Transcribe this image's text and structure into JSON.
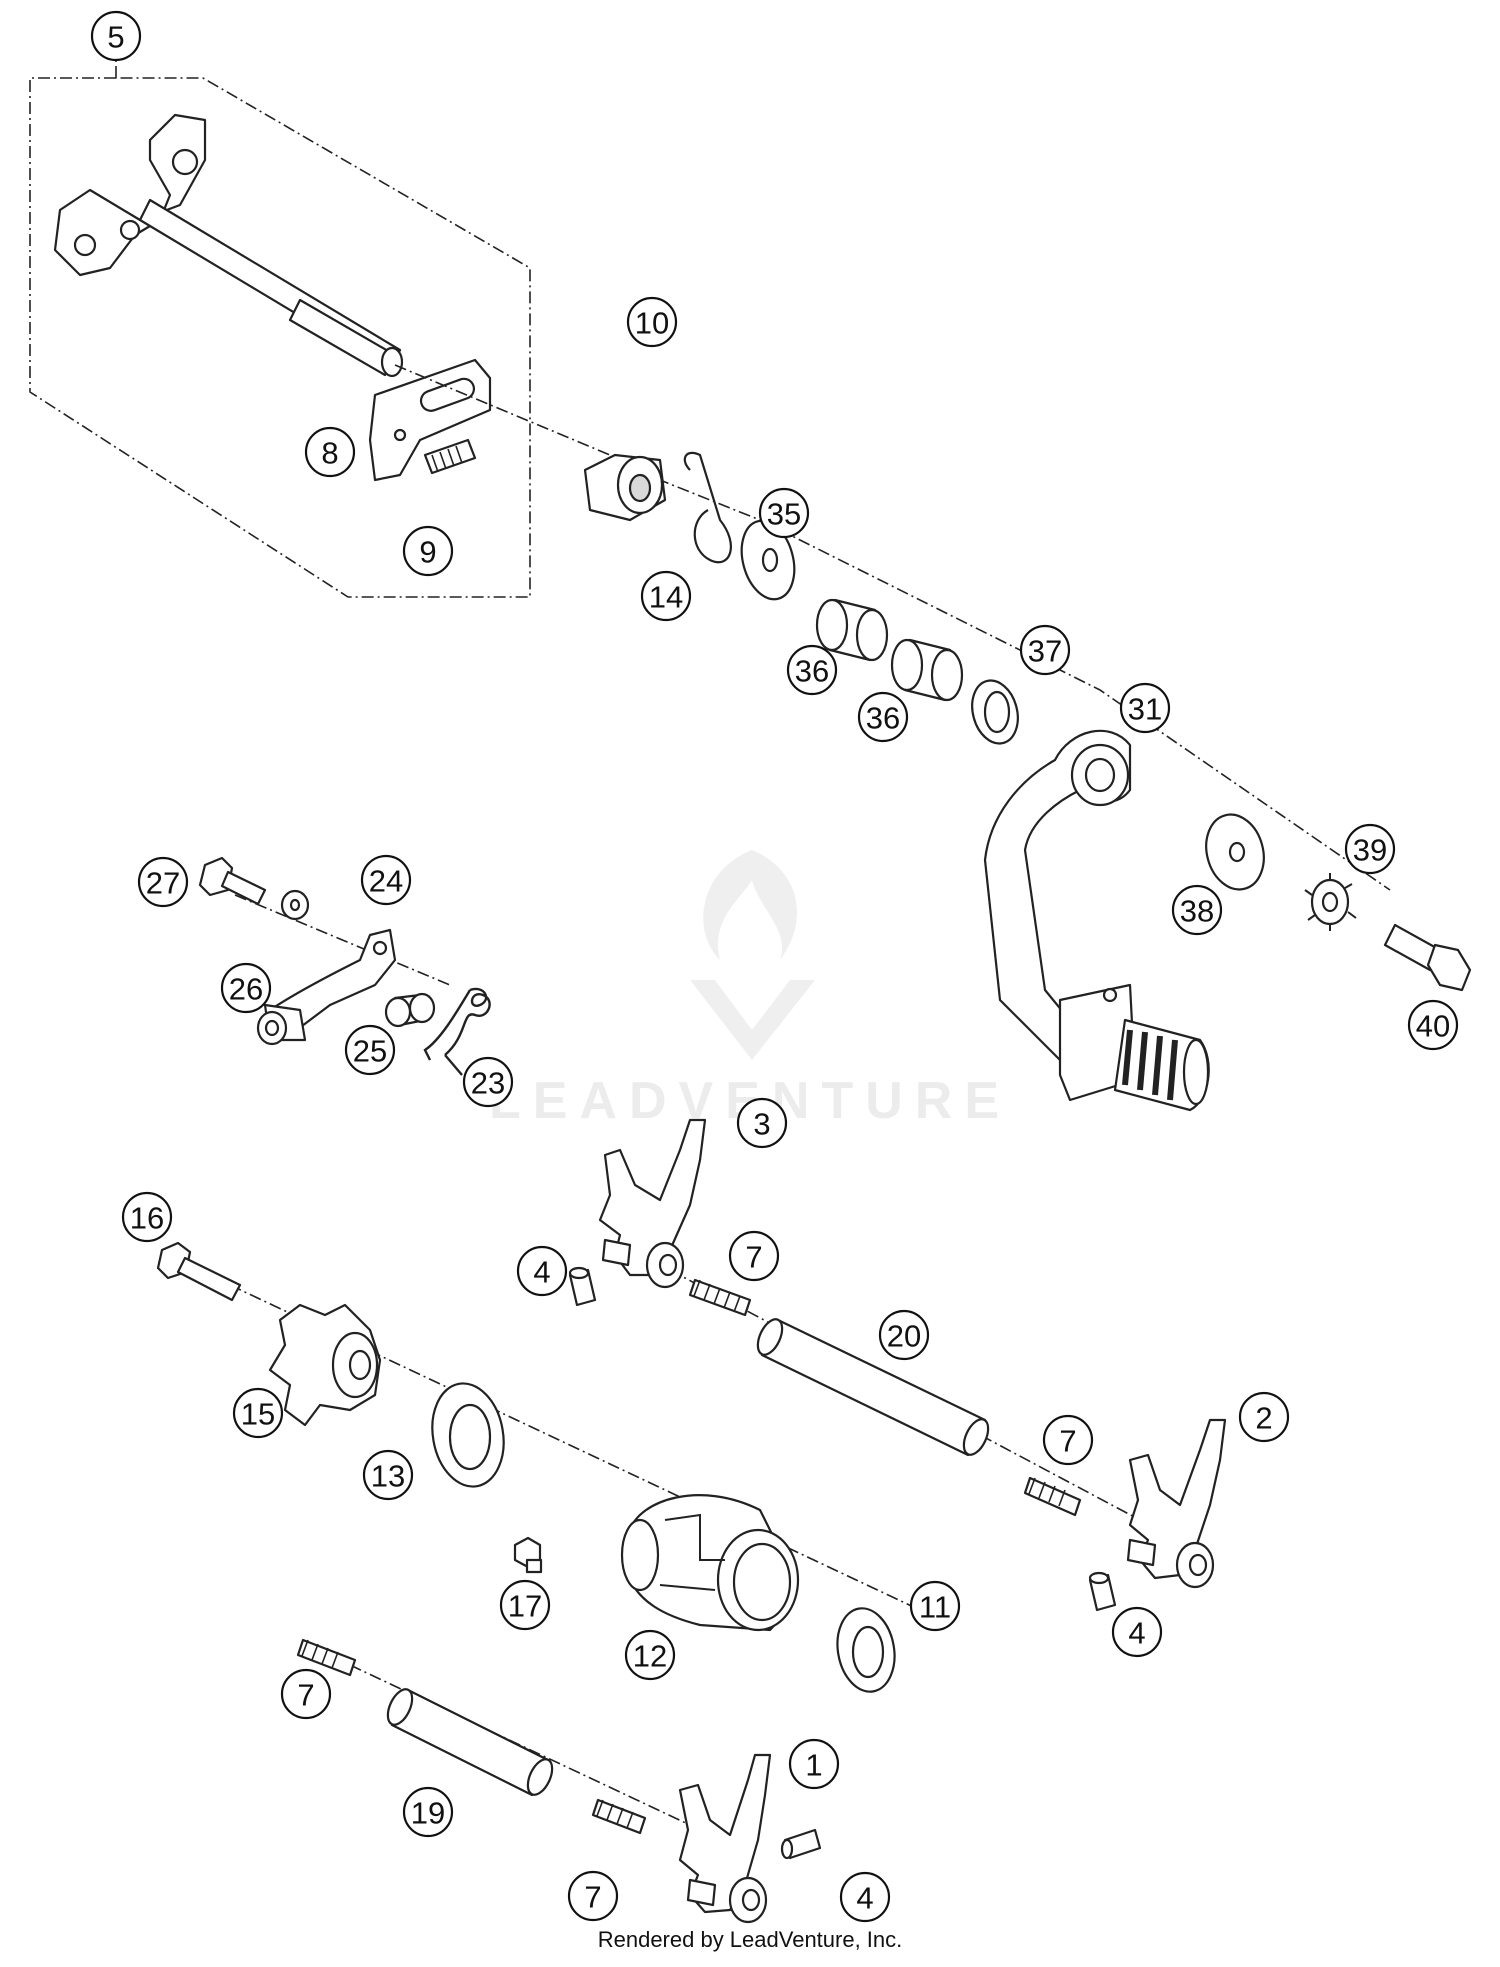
{
  "callouts": [
    "5",
    "8",
    "9",
    "10",
    "14",
    "35",
    "36",
    "36",
    "37",
    "31",
    "38",
    "39",
    "40",
    "27",
    "24",
    "26",
    "25",
    "23",
    "3",
    "16",
    "4",
    "7",
    "20",
    "15",
    "13",
    "7",
    "2",
    "17",
    "12",
    "11",
    "4",
    "7",
    "19",
    "1",
    "7",
    "4"
  ],
  "watermark": "LEADVENTURE",
  "footer": "Rendered by LeadVenture, Inc."
}
